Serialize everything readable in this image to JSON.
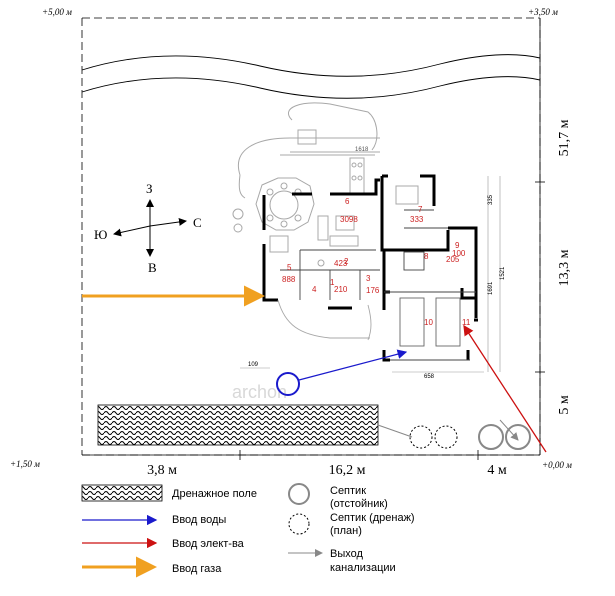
{
  "elevations": {
    "top_left": "+5,00 м",
    "top_right": "+3,50 м",
    "bottom_left": "+1,50 м",
    "bottom_right": "+0,00 м"
  },
  "dimensions": {
    "right_top": "51,7 м",
    "right_mid": "13,3 м",
    "right_bottom": "5 м",
    "bottom_left": "3,8 м",
    "bottom_mid": "16,2 м",
    "bottom_right": "4 м"
  },
  "compass": {
    "north": "З",
    "west": "Ю",
    "east": "С",
    "south": "В"
  },
  "watermark": "archon",
  "house_labels": {
    "dim_top": "1618",
    "dim_right_1": "335",
    "dim_right_2": "1521",
    "dim_right_3": "1691",
    "dim_bottom_1": "658",
    "dim_bottom_2": "109",
    "rooms": [
      {
        "num": "6",
        "area": "3098"
      },
      {
        "num": "7",
        "area": "333"
      },
      {
        "num": "8",
        "area": "205"
      },
      {
        "num": "9",
        "area": "100"
      },
      {
        "num": "5",
        "area": "888"
      },
      {
        "num": "4",
        "area": "210"
      },
      {
        "num": "3",
        "area": "176"
      },
      {
        "num": "1",
        "area": ""
      },
      {
        "num": "2",
        "area": "423"
      },
      {
        "num": "10",
        "area": ""
      },
      {
        "num": "11",
        "area": ""
      }
    ]
  },
  "legend": {
    "drain_field": "Дренажное поле",
    "water": "Ввод воды",
    "electric": "Ввод элект-ва",
    "gas": "Ввод газа",
    "septic_main_1": "Септик",
    "septic_main_2": "(отстойник)",
    "septic_drain_1": "Септик (дренаж)",
    "septic_drain_2": "(план)",
    "sewer_1": "Выход",
    "sewer_2": "канализации"
  },
  "colors": {
    "water": "#1a1acc",
    "electric": "#cc1111",
    "gas": "#f0a020",
    "wall": "#000000",
    "furniture": "#a8a8a8",
    "room_label": "#cc2222"
  },
  "icons": [
    "compass-icon",
    "septic-tank-icon",
    "septic-drain-icon",
    "arrow-icon"
  ]
}
